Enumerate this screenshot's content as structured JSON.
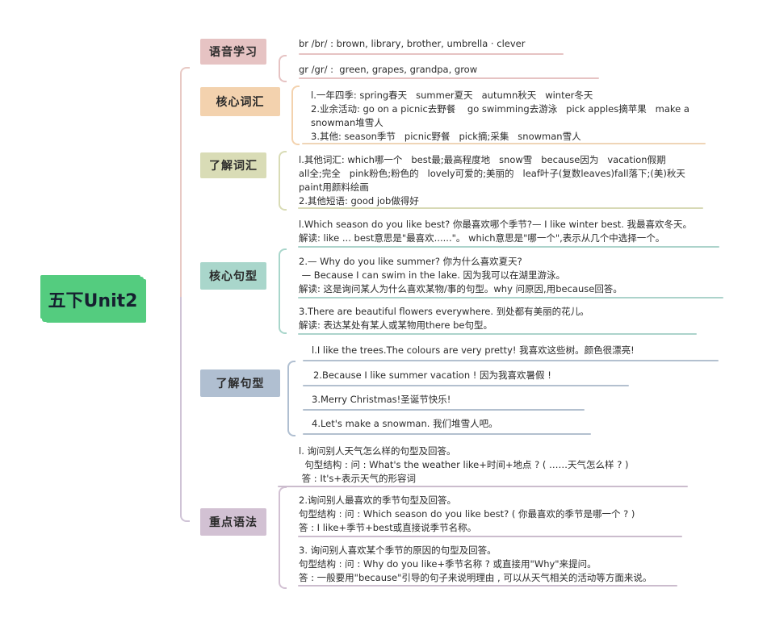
{
  "root": {
    "title": "五下Unit2",
    "color": "#54cc7f"
  },
  "branches": [
    {
      "label": "语音学习",
      "color": "#e6c3c3",
      "line_color": "#dcb8b8",
      "items": [
        {
          "text": "br /br/ : brown, library, brother, umbrella · clever"
        },
        {
          "text": "gr /gr/ :  green, grapes, grandpa, grow"
        }
      ]
    },
    {
      "label": "核心词汇",
      "color": "#f3d2ae",
      "line_color": "#efd5b7",
      "items": [
        {
          "text": "l.一年四季: spring春天   summer夏天   autumn秋天   winter冬天\n2.业余活动: go on a picnic去野餐    go swimming去游泳   pick apples摘苹果   make a snowman堆雪人\n3.其他: season季节   picnic野餐   pick摘;采集   snowman雪人"
        }
      ]
    },
    {
      "label": "了解词汇",
      "color": "#d9dcb6",
      "line_color": "#d7d9b5",
      "items": [
        {
          "text": "l.其他词汇: which哪一个   best最;最高程度地   snow雪   because因为   vacation假期\nall全;完全   pink粉色;粉色的   lovely可爱的;美丽的   leaf叶子(复数leaves)fall落下;(美)秋天   paint用颜料绘画\n2.其他短语: good job做得好"
        }
      ]
    },
    {
      "label": "核心句型",
      "color": "#a9d6cb",
      "line_color": "#acd3cb",
      "items": [
        {
          "text": "l.Which season do you like best? 你最喜欢哪个季节?— I like winter best. 我最喜欢冬天。\n解读: like ... best意思是\"最喜欢......\"。 which意思是\"哪一个\",表示从几个中选择一个。"
        },
        {
          "text": "2.— Why do you like summer? 你为什么喜欢夏天?\n — Because I can swim in the lake. 因为我可以在湖里游泳。\n解读: 这是询问某人为什么喜欢某物/事的句型。why 问原因,用because回答。"
        },
        {
          "text": "3.There are beautiful flowers everywhere. 到处都有美丽的花儿。\n解读: 表达某处有某人或某物用there be句型。"
        }
      ]
    },
    {
      "label": "了解句型",
      "color": "#b0bfd1",
      "line_color": "#b3c0cf",
      "items": [
        {
          "text": "l.I like the trees.The colours are very pretty! 我喜欢这些树。颜色很漂亮!"
        },
        {
          "text": "2.Because I like summer vacation ! 因为我喜欢暑假 !"
        },
        {
          "text": "3.Merry Christmas!圣诞节快乐!"
        },
        {
          "text": "4.Let's make a snowman. 我们堆雪人吧。"
        }
      ]
    },
    {
      "label": "重点语法",
      "color": "#d2c1d3",
      "line_color": "#cbbccd",
      "items": [
        {
          "text": "l. 询问别人天气怎么样的句型及回答。\n  句型结构 : 问 : What's the weather like+时间+地点 ? ( ……天气怎么样 ? )\n 答 : It's+表示天气的形容词"
        },
        {
          "text": "2.询问别人最喜欢的季节句型及回答。\n句型结构 : 问 : Which season do you like best? ( 你最喜欢的季节是哪一个 ? )\n答 : I like+季节+best或直接说季节名称。"
        },
        {
          "text": "3. 询问别人喜欢某个季节的原因的句型及回答。\n句型结构 : 问 : Why do you like+季节名称 ? 或直接用\"Why\"来提问。\n答 : 一般要用\"because\"引导的句子来说明理由 , 可以从天气相关的活动等方面来说。"
        }
      ]
    }
  ]
}
